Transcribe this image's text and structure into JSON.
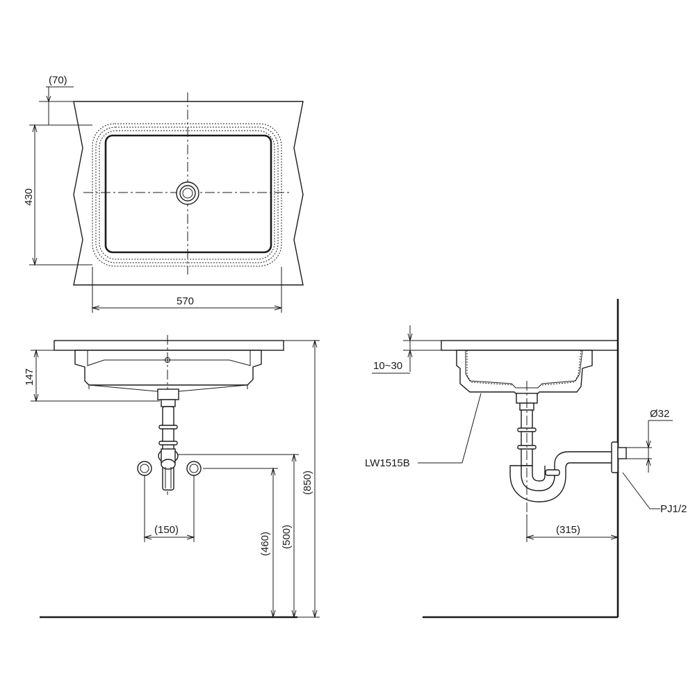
{
  "dimensions": {
    "top_offset": "(70)",
    "depth_top_view": "430",
    "width_top_view": "570",
    "basin_height": "147",
    "supply_spacing": "(150)",
    "supply_height": "(460)",
    "drain_height": "(500)",
    "counter_height": "(850)",
    "counter_thickness": "10~30",
    "model_label": "LW1515B",
    "pipe_diameter": "Ø32",
    "wall_outlet_depth": "(315)",
    "thread_label": "PJ1/2"
  }
}
